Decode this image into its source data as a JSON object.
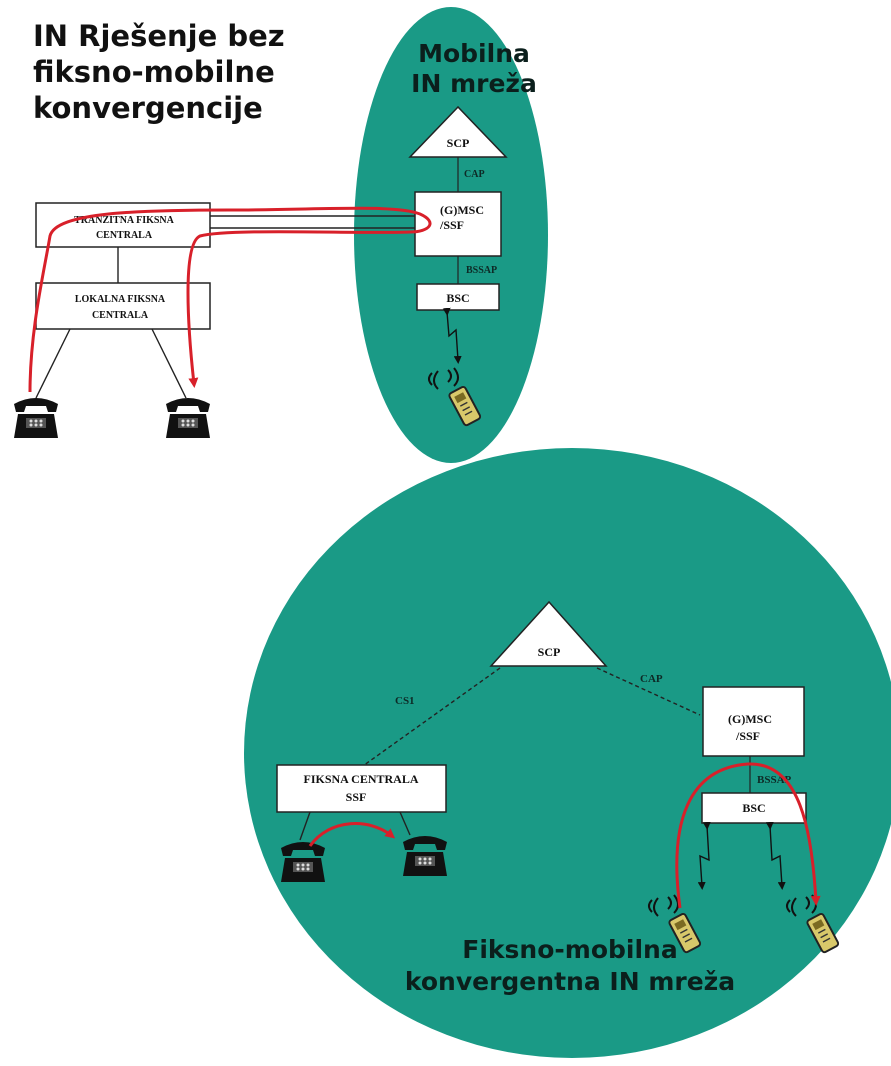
{
  "title": {
    "line1": "IN Rješenje bez",
    "line2": "fiksno-mobilne",
    "line3": "konvergencije"
  },
  "top_diagram": {
    "network_label_1": "Mobilna",
    "network_label_2": "IN mreža",
    "scp": "SCP",
    "cap": "CAP",
    "msc_line1": "(G)MSC",
    "msc_line2": "/SSF",
    "bssap": "BSSAP",
    "bsc": "BSC",
    "tranzitna_line1": "TRANZITNA FIKSNA",
    "tranzitna_line2": "CENTRALA",
    "lokalna_line1": "LOKALNA FIKSNA",
    "lokalna_line2": "CENTRALA"
  },
  "bottom_diagram": {
    "scp": "SCP",
    "cs1": "CS1",
    "cap": "CAP",
    "msc_line1": "(G)MSC",
    "msc_line2": "/SSF",
    "bssap": "BSSAP",
    "bsc": "BSC",
    "fiksna_line1": "FIKSNA CENTRALA",
    "fiksna_line2": "SSF",
    "network_label_1": "Fiksno-mobilna",
    "network_label_2": "konvergentna IN mreža"
  },
  "colors": {
    "network_fill": "#1a9a86",
    "box_fill": "#ffffff",
    "call_path": "#d8202a",
    "line": "#222222"
  }
}
